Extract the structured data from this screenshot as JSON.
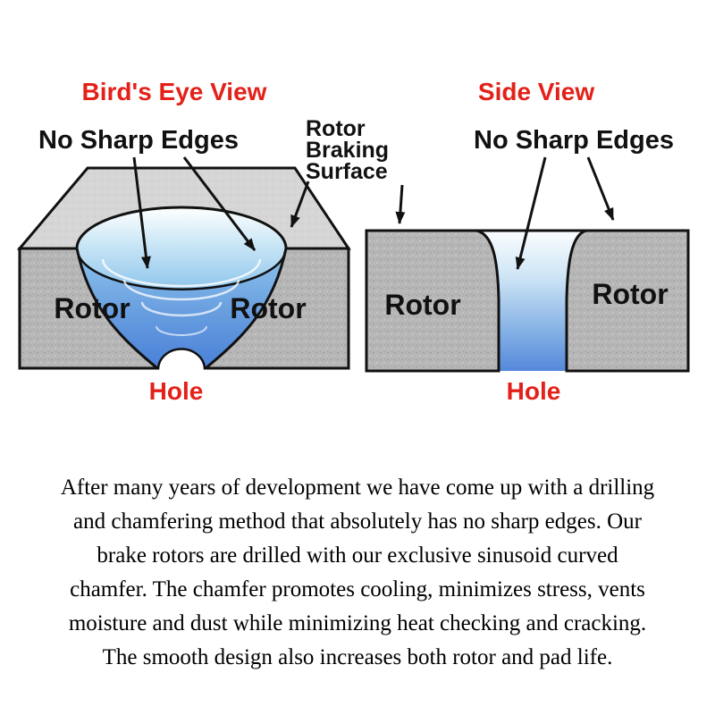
{
  "diagram": {
    "birdseye": {
      "title": "Bird's Eye View",
      "no_sharp_edges_label": "No Sharp Edges",
      "rotor_left_label": "Rotor",
      "rotor_right_label": "Rotor",
      "hole_label": "Hole"
    },
    "braking_surface_label": {
      "line1": "Rotor",
      "line2": "Braking",
      "line3": "Surface"
    },
    "sideview": {
      "title": "Side View",
      "no_sharp_edges_label": "No Sharp Edges",
      "rotor_left_label": "Rotor",
      "rotor_right_label": "Rotor",
      "hole_label": "Hole"
    },
    "colors": {
      "red": "#e32119",
      "black": "#111111",
      "rotor_gray": "#b6b6b6",
      "top_face_gray": "#d6d6d6",
      "hole_blue_light": "#d6ecf8",
      "hole_blue_deep": "#4a80d8"
    }
  },
  "paragraph": {
    "lines": [
      "After many years of development we have come up with a drilling",
      "and chamfering method that absolutely has no sharp edges.  Our",
      "brake rotors are drilled with our exclusive sinusoid curved",
      "chamfer. The chamfer promotes cooling, minimizes stress, vents",
      "moisture and dust while minimizing heat checking and cracking.",
      "The smooth design also increases both rotor and pad life."
    ]
  }
}
